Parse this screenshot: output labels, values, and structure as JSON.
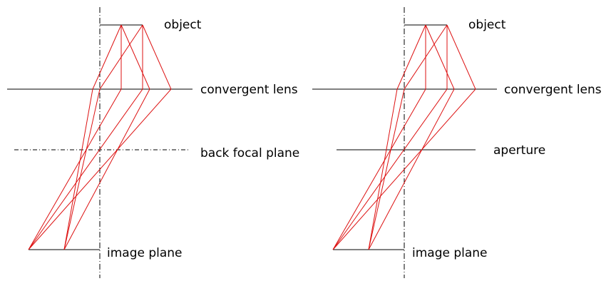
{
  "colors": {
    "ray": "#dd1111",
    "line": "#000000",
    "background": "#ffffff"
  },
  "left_diagram": {
    "label_object": "object",
    "label_lens": "convergent lens",
    "label_plane": "back focal plane",
    "label_image": "image plane"
  },
  "right_diagram": {
    "label_object": "object",
    "label_lens": "convergent lens",
    "label_plane": "aperture",
    "label_image": "image plane"
  }
}
